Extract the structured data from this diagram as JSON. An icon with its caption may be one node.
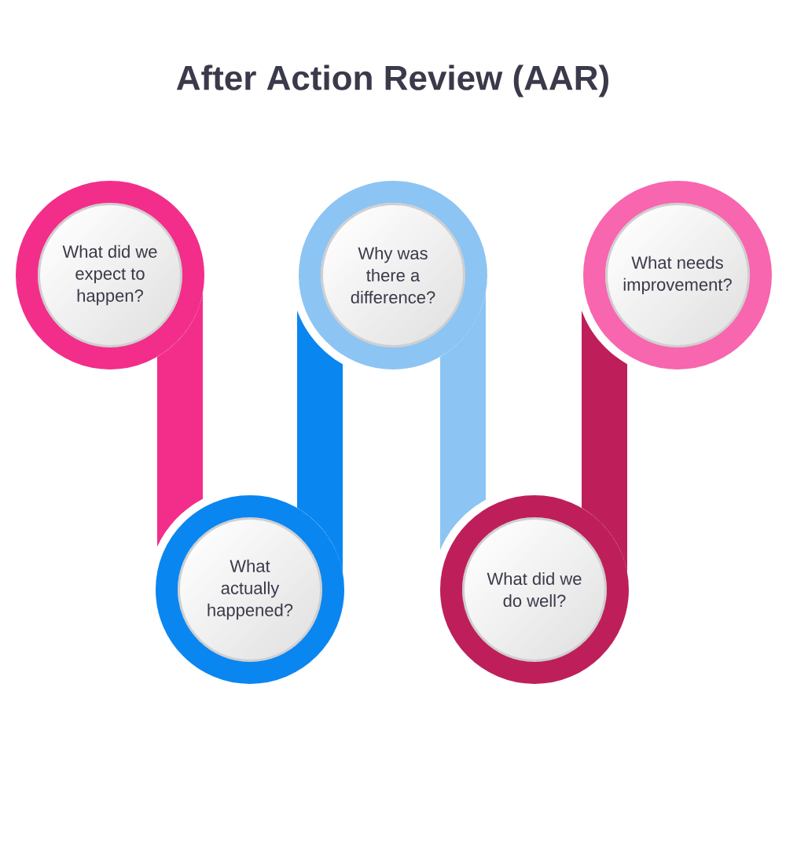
{
  "diagram": {
    "title": "After Action Review (AAR)",
    "nodes": [
      {
        "text": [
          "What did we expect to happen?"
        ]
      },
      {
        "text": [
          "What actually happened?"
        ]
      },
      {
        "text": [
          "Why was there a difference?"
        ]
      },
      {
        "text": [
          "What did we do well?"
        ]
      },
      {
        "text": [
          "What needs improvement?"
        ]
      }
    ],
    "edges": [
      {
        "from": 0,
        "to": 1,
        "arrow": "none",
        "color": "#f22e8a"
      },
      {
        "from": 1,
        "to": 2,
        "arrow": "none",
        "color": "#0a86f1"
      },
      {
        "from": 2,
        "to": 3,
        "arrow": "none",
        "color": "#8cc4f4"
      },
      {
        "from": 3,
        "to": 4,
        "arrow": "none",
        "color": "#be1f5b"
      }
    ]
  }
}
